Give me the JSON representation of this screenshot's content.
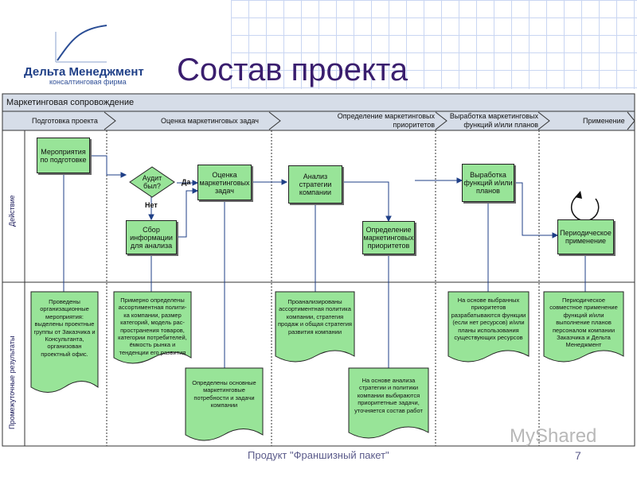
{
  "logo": {
    "name": "Дельта Менеджмент",
    "tagline": "консалтинговая фирма"
  },
  "slide": {
    "title": "Состав проекта",
    "footer": "Продукт \"Франшизный пакет\"",
    "page_number": "7",
    "watermark": "MyShared"
  },
  "diagram": {
    "header": "Маркетинговая сопровождение",
    "phases": [
      "Подготовка проекта",
      "Оценка маркетинговых задач",
      "Определение маркетинговых приоритетов",
      "Выработка маркетинговых функций и/или планов",
      "Применение"
    ],
    "lanes": [
      "Действие",
      "Промежуточные результаты"
    ],
    "processes": {
      "prep": "Мероприятия по подготовке",
      "audit": "Аудит был?",
      "assess": "Оценка маркетинговых задач",
      "collect": "Сбор информации для анализа",
      "analysis": "Анализ стратегии компании",
      "priorities": "Определение маркетинговых приоритетов",
      "develop": "Выработка функций и/или планов",
      "apply": "Периодическое применение"
    },
    "labels": {
      "yes": "Да",
      "no": "Нет"
    },
    "results": {
      "r1": "Проведены организационные мероприятия: выделены проектные группы от Заказчика и Консультанта, организован проектный офис.",
      "r2": "Примерно определены ассортиментная полити-ка компании, размер категорий, модель рас-пространения товаров, категории потребителей, ёмкость рынка и тенденции его развития",
      "r3": "Определены основные маркетинговые потребности и задачи компании",
      "r4": "Проанализированы ассортиментная политика компании, стратегия продаж и общая стратегия развития компании",
      "r5": "На основе анализа стратегии и политики компании выбираются приоритетные задачи, уточняется состав работ",
      "r6": "На основе выбранных приоритетов разрабатываются функции (если нет ресурсов) и/или планы использования существующих ресурсов",
      "r7": "Периодическое совместное применение функций и/или выполнение планов персоналом компании Заказчика и Дельта Менеджмент"
    }
  },
  "colors": {
    "process_fill": "#98e498",
    "phase_bar": "#d6dde8",
    "title": "#3a1e6e"
  }
}
